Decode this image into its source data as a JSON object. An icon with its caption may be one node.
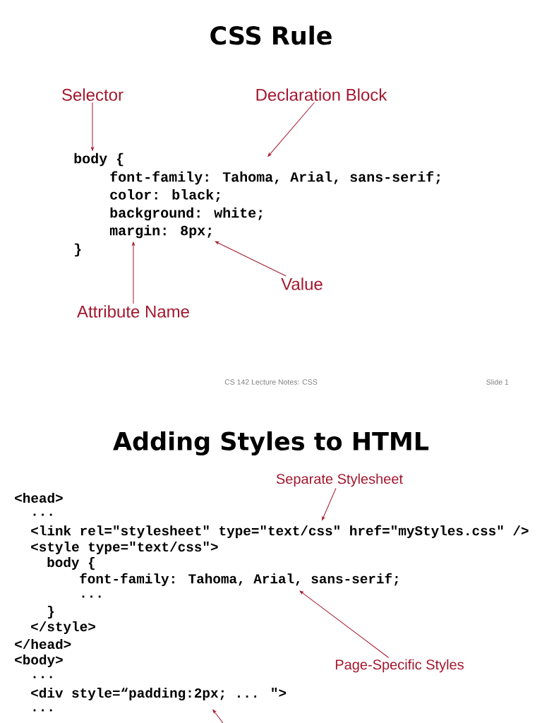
{
  "diagram": {
    "nodes": [
      {
        "text": [
          "Selector"
        ]
      },
      {
        "text": [
          "Declaration Block"
        ]
      },
      {
        "text": [
          "body {"
        ]
      },
      {
        "text": [
          "font-family: Tahoma, Arial, sans-serif;"
        ]
      },
      {
        "text": [
          "color: black;"
        ]
      },
      {
        "text": [
          "background: white;"
        ]
      },
      {
        "text": [
          "margin: 8px;"
        ]
      },
      {
        "text": [
          "}"
        ]
      },
      {
        "text": [
          "Value"
        ]
      },
      {
        "text": [
          "Attribute Name"
        ]
      },
      {
        "text": [
          "Separate Stylesheet"
        ]
      },
      {
        "text": [
          "<head>"
        ]
      },
      {
        "text": [
          "..."
        ]
      },
      {
        "text": [
          "<link rel=\"stylesheet\" type=\"text/css\" href=\"myStyles.css\" />"
        ]
      },
      {
        "text": [
          "<style type=\"text/css\">"
        ]
      },
      {
        "text": [
          "body {"
        ]
      },
      {
        "text": [
          "font-family: Tahoma, Arial, sans-serif;"
        ]
      },
      {
        "text": [
          "..."
        ]
      },
      {
        "text": [
          "}"
        ]
      },
      {
        "text": [
          "</style>"
        ]
      },
      {
        "text": [
          "</head>"
        ]
      },
      {
        "text": [
          "<body>"
        ]
      },
      {
        "text": [
          "Page-Specific Styles"
        ]
      },
      {
        "text": [
          "..."
        ]
      },
      {
        "text": [
          "<div style=“padding:2px; ... \">"
        ]
      },
      {
        "text": [
          "..."
        ]
      }
    ],
    "edges": [
      {
        "from": 0,
        "to": 2,
        "arrow": "to"
      },
      {
        "from": 1,
        "to": 3,
        "arrow": "to"
      },
      {
        "from": 8,
        "to": 6,
        "arrow": "to"
      },
      {
        "from": 9,
        "to": 6,
        "arrow": "to"
      },
      {
        "from": 10,
        "to": 13,
        "arrow": "to"
      },
      {
        "from": 22,
        "to": 16,
        "arrow": "to"
      },
      {
        "from": null,
        "to": 24,
        "arrow": "to"
      }
    ],
    "labels": [
      "CSS Rule",
      "CS 142 Lecture Notes: CSS",
      "Slide 1",
      "Adding Styles to HTML"
    ]
  }
}
